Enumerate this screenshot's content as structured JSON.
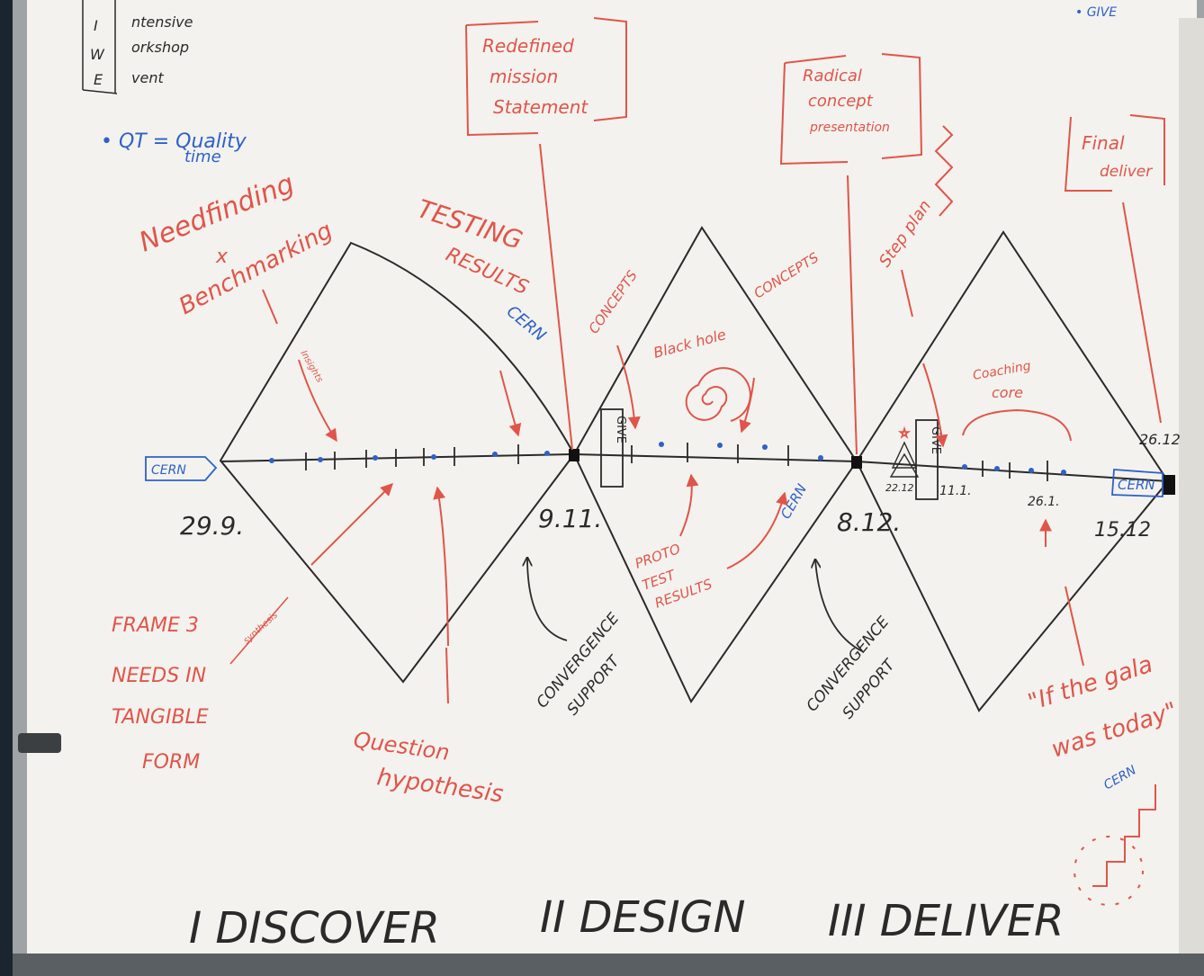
{
  "legend": {
    "letters": [
      "I",
      "W",
      "E"
    ],
    "words": [
      "ntensive",
      "orkshop",
      "vent"
    ],
    "qt_line1": "• QT = Quality",
    "qt_line2": "time"
  },
  "top_right_note": "• GIVE",
  "phases": [
    "I DISCOVER",
    "II DESIGN",
    "III DELIVER"
  ],
  "timeline": {
    "start_tag": "CERN",
    "end_tag": "CERN",
    "dates": [
      "29.9.",
      "9.11.",
      "8.12.",
      "15.12",
      "26.12",
      "22.12",
      "11.1.",
      "26.1."
    ],
    "give_box": "GIVE"
  },
  "milestones": {
    "redefined_mission": [
      "Redefined",
      "mission",
      "Statement"
    ],
    "radical_concept": [
      "Radical",
      "concept",
      "presentation"
    ],
    "final_deliver": [
      "Final",
      "deliver"
    ]
  },
  "annotations": {
    "needfinding": [
      "Needfinding",
      "x",
      "Benchmarking"
    ],
    "testing_results": [
      "TESTING",
      "RESULTS"
    ],
    "cern_mark": "CERN",
    "concepts_1": "CONCEPTS",
    "concepts_2": "CONCEPTS",
    "black_hole": "Black hole",
    "step_plan": "Step plan",
    "coaching_core": [
      "Coaching",
      "core"
    ],
    "proto_test": [
      "PROTO",
      "TEST",
      "RESULTS"
    ],
    "question_hyp": [
      "Question",
      "hypothesis"
    ],
    "frame_3": [
      "FRAME 3",
      "NEEDS IN",
      "TANGIBLE",
      "FORM"
    ],
    "convergence_1": [
      "CONVERGENCE",
      "SUPPORT"
    ],
    "convergence_2": [
      "CONVERGENCE",
      "SUPPORT"
    ],
    "gala": [
      "\"If the gala",
      "was today\""
    ],
    "insights": "Insights",
    "synthesis": "synthesis"
  },
  "colors": {
    "board": "#f3f2ee",
    "black_marker": "#2a2a2a",
    "red_marker": "#e0554a",
    "blue_marker": "#2f61c6"
  }
}
